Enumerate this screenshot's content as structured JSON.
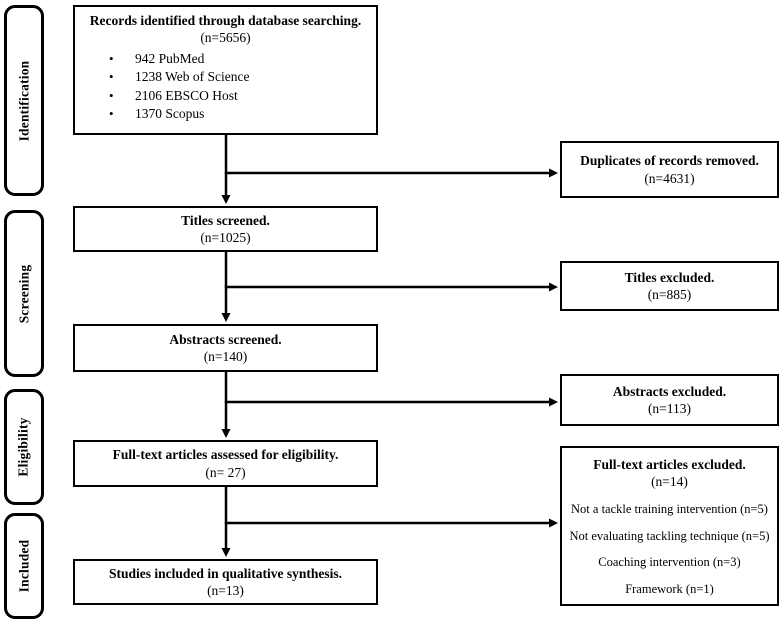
{
  "stages": [
    {
      "label": "Identification"
    },
    {
      "label": "Screening"
    },
    {
      "label": "Eligibility"
    },
    {
      "label": "Included"
    }
  ],
  "main_boxes": [
    {
      "title": "Records identified through database searching.",
      "count": "(n=5656)",
      "bullets": [
        "942 PubMed",
        "1238 Web of Science",
        "2106 EBSCO Host",
        "1370 Scopus"
      ]
    },
    {
      "title": "Titles screened.",
      "count": "(n=1025)"
    },
    {
      "title": "Abstracts screened.",
      "count": "(n=140)"
    },
    {
      "title": "Full-text articles assessed for eligibility.",
      "count": "(n= 27)"
    },
    {
      "title": "Studies included in qualitative synthesis.",
      "count": "(n=13)"
    }
  ],
  "side_boxes": [
    {
      "title": "Duplicates of records removed.",
      "count": "(n=4631)"
    },
    {
      "title": "Titles excluded.",
      "count": "(n=885)"
    },
    {
      "title": "Abstracts excluded.",
      "count": "(n=113)"
    },
    {
      "title": "Full-text articles excluded.",
      "count": "(n=14)",
      "reasons": [
        "Not a tackle training intervention (n=5)",
        "Not evaluating tackling technique (n=5)",
        "Coaching intervention (n=3)",
        "Framework (n=1)"
      ]
    }
  ],
  "colors": {
    "line": "#000000",
    "background": "#ffffff",
    "text": "#000000"
  }
}
